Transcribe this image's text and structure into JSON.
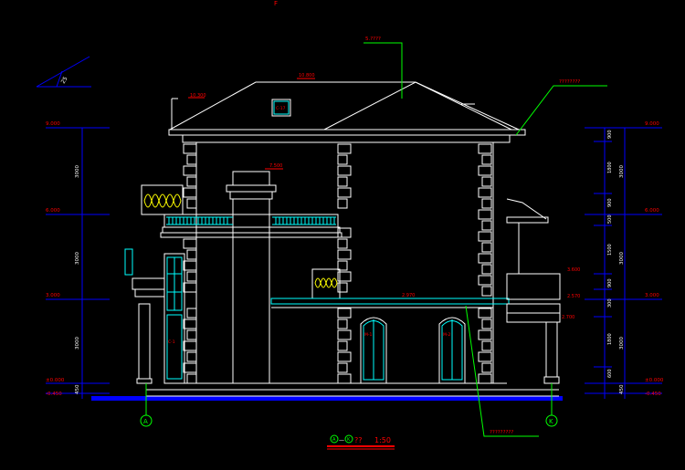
{
  "colors": {
    "background": "#000000",
    "outline": "#ffffff",
    "dimension": "#0000ff",
    "leader": "#00ff00",
    "glass": "#00ffff",
    "railing": "#ffff00",
    "text": "#ff0000",
    "ground": "#0000ff"
  },
  "top_marker": "F",
  "slope_label": "25",
  "elevations": {
    "ridge": "10.800",
    "left_ridge": "10.800",
    "eave_left_roof": "10.300",
    "upper_mark": "7.500",
    "roof_callout": "5.????",
    "right_callout": "????????",
    "second_floor_line": "2.970",
    "balcony_right": "3.600",
    "floor_right": "2.570",
    "porch": "2.700",
    "bottom_callout": "?????????",
    "window_tag": "C-17",
    "window_left": "C-1",
    "window_mid1": "M-1",
    "window_mid2": "M-2"
  },
  "left_axis": {
    "levels": [
      "9.000",
      "6.000",
      "3.000",
      "±0.000",
      "-0.450"
    ],
    "spans": [
      "3000",
      "3000",
      "3000",
      "450"
    ]
  },
  "right_axis": {
    "levels": [
      "9.000",
      "6.000",
      "3.000",
      "±0.000",
      "-0.450"
    ],
    "spans": [
      "3000",
      "3000",
      "3000",
      "450"
    ],
    "subspans": [
      "900",
      "1800",
      "900",
      "500",
      "1500",
      "900",
      "300",
      "1800",
      "600"
    ]
  },
  "axis_markers": {
    "left": "A",
    "right": "K"
  },
  "title": {
    "axis_from": "A",
    "dash": "—",
    "axis_to": "K",
    "text": "??",
    "scale": "1:50"
  }
}
